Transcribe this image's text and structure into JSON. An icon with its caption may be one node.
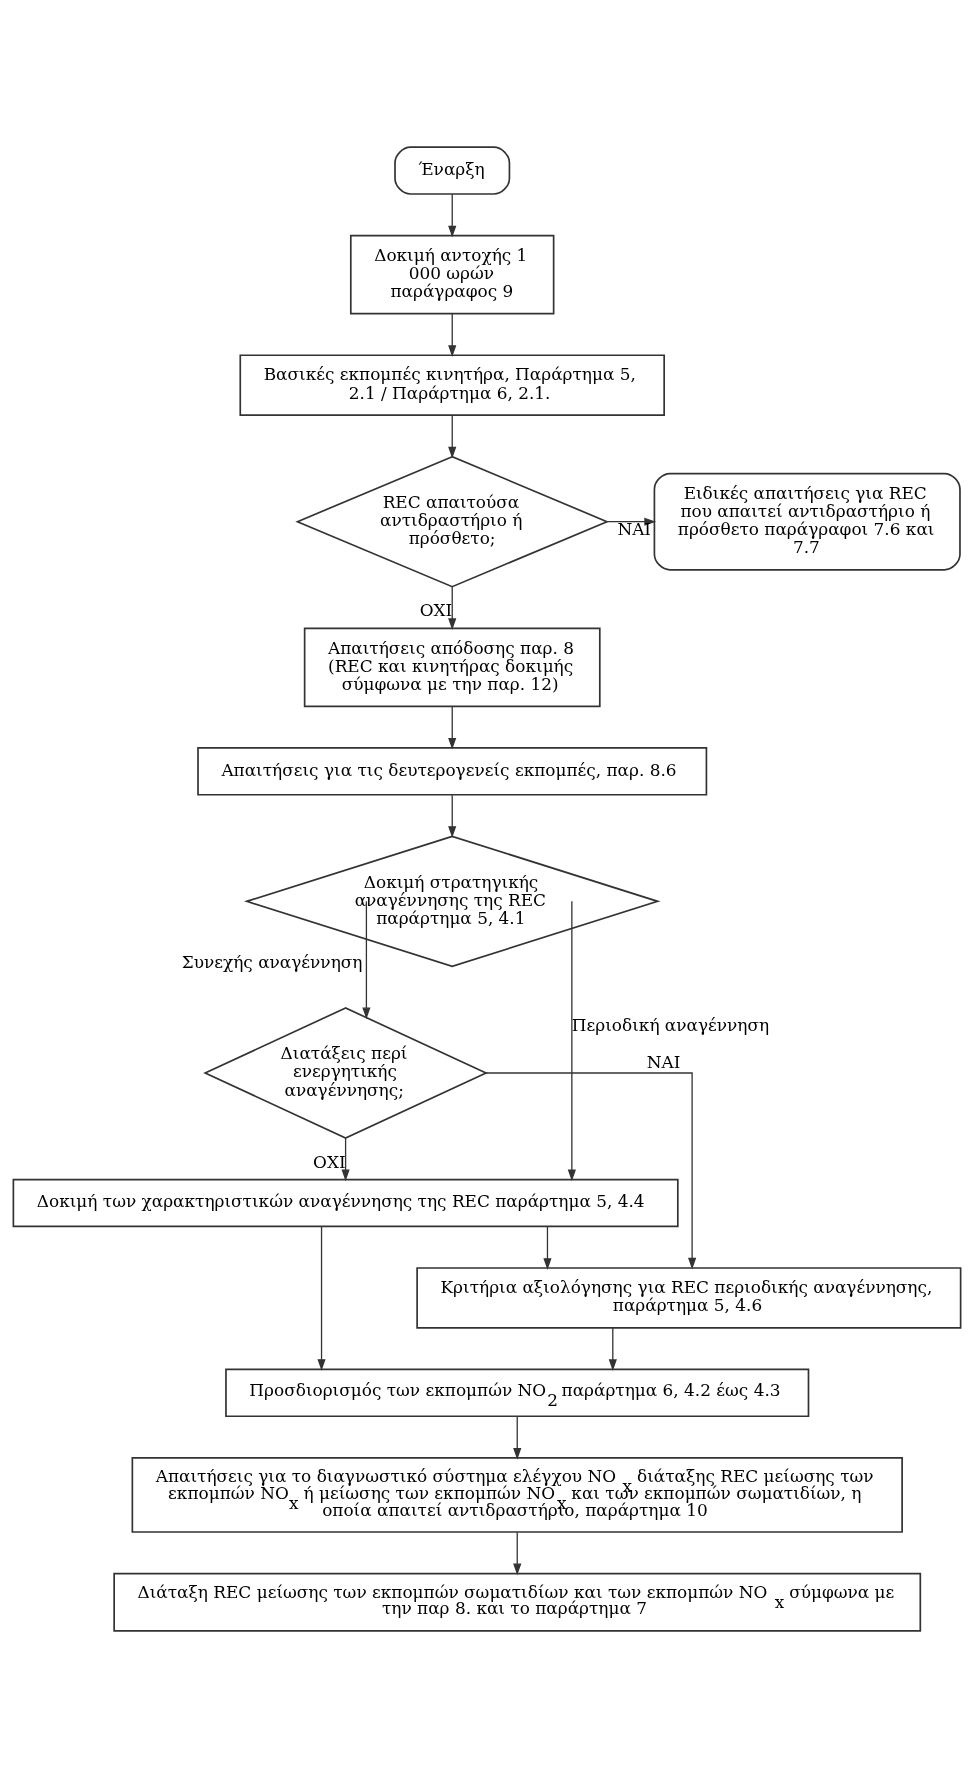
{
  "diagram": {
    "nodes": [
      {
        "text": [
          "Έναρξη"
        ]
      },
      {
        "text": [
          "Δοκιμή αντοχής 1 000 ωρών παράγραφος 9"
        ]
      },
      {
        "text": [
          "Βασικές εκπομπές κινητήρα, Παράρτημα 5, 2.1 / Παράρτημα 6, 2.1."
        ]
      },
      {
        "text": [
          "REC απαιτούσα αντιδραστήριο ή πρόσθετο;"
        ]
      },
      {
        "text": [
          "Ειδικές απαιτήσεις για REC που απαιτεί αντιδραστήριο ή πρόσθετο παράγραφοι 7.6 και 7.7"
        ]
      },
      {
        "text": [
          "Απαιτήσεις απόδοσης παρ. 8 (REC και κινητήρας δοκιμής σύμφωνα με την παρ. 12)"
        ]
      },
      {
        "text": [
          "Απαιτήσεις για τις δευτερογενείς εκπομπές, παρ. 8.6"
        ]
      },
      {
        "text": [
          "Δοκιμή στρατηγικής αναγέννησης της REC παράρτημα 5, 4.1"
        ]
      },
      {
        "text": [
          "Διατάξεις περί ενεργητικής αναγέννησης;"
        ]
      },
      {
        "text": [
          "Δοκιμή των χαρακτηριστικών αναγέννησης της REC παράρτημα 5, 4.4"
        ]
      },
      {
        "text": [
          "Κριτήρια αξιολόγησης για REC περιοδικής αναγέννησης, παράρτημα 5, 4.6"
        ]
      },
      {
        "text": [
          "Προσδιορισμός των εκπομπών NO$_{2}$ παράρτημα 6, 4.2 έως 4.3"
        ]
      },
      {
        "text": [
          "Απαιτήσεις για το διαγνωστικό σύστημα ελέγχου NO$_{x}$ διάταξης REC μείωσης των εκπομπών NO$_{x}$ ή μείωσης των εκπομπών NO$_{x}$ και των εκπομπών σωματιδίων, η οποία απαιτεί αντιδραστήριο, παράρτημα 10"
        ]
      },
      {
        "text": [
          "Διάταξη REC μείωσης των εκπομπών σωματιδίων και των εκπομπών NO$_{x}$ σύμφωνα με την παρ 8. και το παράρτημα 7"
        ]
      }
    ],
    "edges": [
      {
        "from": 0,
        "to": 1,
        "arrow": "to"
      },
      {
        "from": 1,
        "to": 2,
        "arrow": "to"
      },
      {
        "from": 2,
        "to": 3,
        "arrow": "to"
      },
      {
        "from": 3,
        "to": 4,
        "arrow": "to",
        "label": "ΝΑΙ"
      },
      {
        "from": 3,
        "to": 5,
        "arrow": "to",
        "label": "ΟΧΙ"
      },
      {
        "from": 5,
        "to": 6,
        "arrow": "to"
      },
      {
        "from": 6,
        "to": 7,
        "arrow": "to"
      },
      {
        "from": 7,
        "to": 8,
        "arrow": "to",
        "label": "Συνεχής αναγέννηση"
      },
      {
        "from": 7,
        "to": 9,
        "arrow": "to",
        "label": "Περιοδική αναγέννηση"
      },
      {
        "from": 8,
        "to": 9,
        "arrow": "to",
        "label": "ΟΧΙ"
      },
      {
        "from": 8,
        "to": 10,
        "arrow": "to",
        "label": "ΝΑΙ"
      },
      {
        "from": 9,
        "to": 11,
        "arrow": "to"
      },
      {
        "from": 9,
        "to": 10,
        "arrow": "to"
      },
      {
        "from": 10,
        "to": 11,
        "arrow": "to"
      },
      {
        "from": 11,
        "to": 12,
        "arrow": "to"
      },
      {
        "from": 12,
        "to": 13,
        "arrow": "to"
      }
    ]
  }
}
